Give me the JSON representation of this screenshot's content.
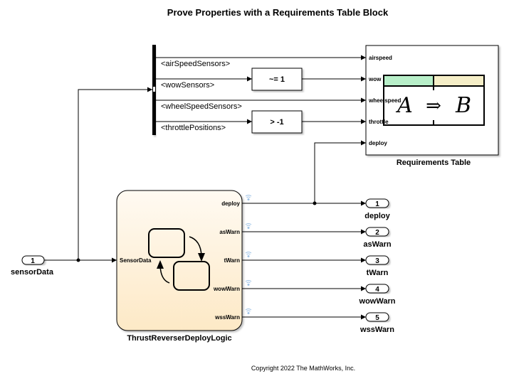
{
  "title": "Prove Properties with a Requirements Table Block",
  "bus_selector": {
    "signals": [
      "<airSpeedSensors>",
      "<wowSensors>",
      "<wheelSpeedSensors>",
      "<throttlePositions>"
    ]
  },
  "compare_blocks": [
    {
      "label": "~= 1"
    },
    {
      "label": "> -1"
    }
  ],
  "requirements_table": {
    "name": "Requirements Table",
    "inputs": [
      "airspeed",
      "wow",
      "wheelspeed",
      "throttle",
      "deploy"
    ],
    "icon_left": "A",
    "icon_arrow": "⇒",
    "icon_right": "B",
    "colors": {
      "header_left": "#b8efc9",
      "header_right": "#f5eec7"
    }
  },
  "chart": {
    "name": "ThrustReverserDeployLogic",
    "input": "SensorData",
    "outputs": [
      "deploy",
      "asWarn",
      "tWarn",
      "wowWarn",
      "wssWarn"
    ],
    "fill": "#fdf1dc"
  },
  "inport": {
    "number": "1",
    "name": "sensorData"
  },
  "outports": [
    {
      "number": "1",
      "name": "deploy"
    },
    {
      "number": "2",
      "name": "asWarn"
    },
    {
      "number": "3",
      "name": "tWarn"
    },
    {
      "number": "4",
      "name": "wowWarn"
    },
    {
      "number": "5",
      "name": "wssWarn"
    }
  ],
  "copyright": "Copyright 2022 The MathWorks, Inc."
}
